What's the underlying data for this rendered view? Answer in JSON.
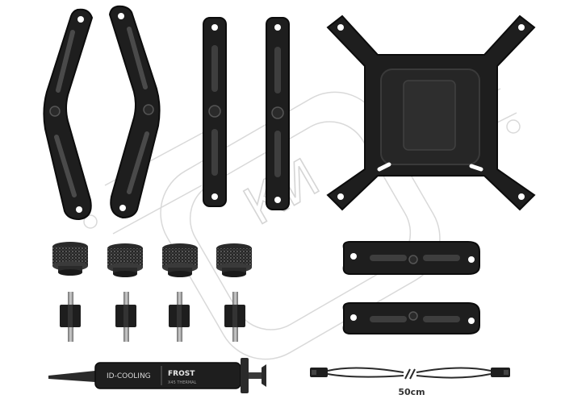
{
  "product": {
    "syringe_brand": "ID-COOLING",
    "syringe_product": "FROST",
    "syringe_subtext": "X45 THERMAL",
    "cable_length": "50cm",
    "watermark": "КИ"
  },
  "colors": {
    "background": "#ffffff",
    "part_dark": "#1e1e1e",
    "part_edge": "#0c0c0c",
    "metal": "#8a8a8a",
    "brass": "#b9b9b9",
    "watermark": "#d9d9d9"
  }
}
